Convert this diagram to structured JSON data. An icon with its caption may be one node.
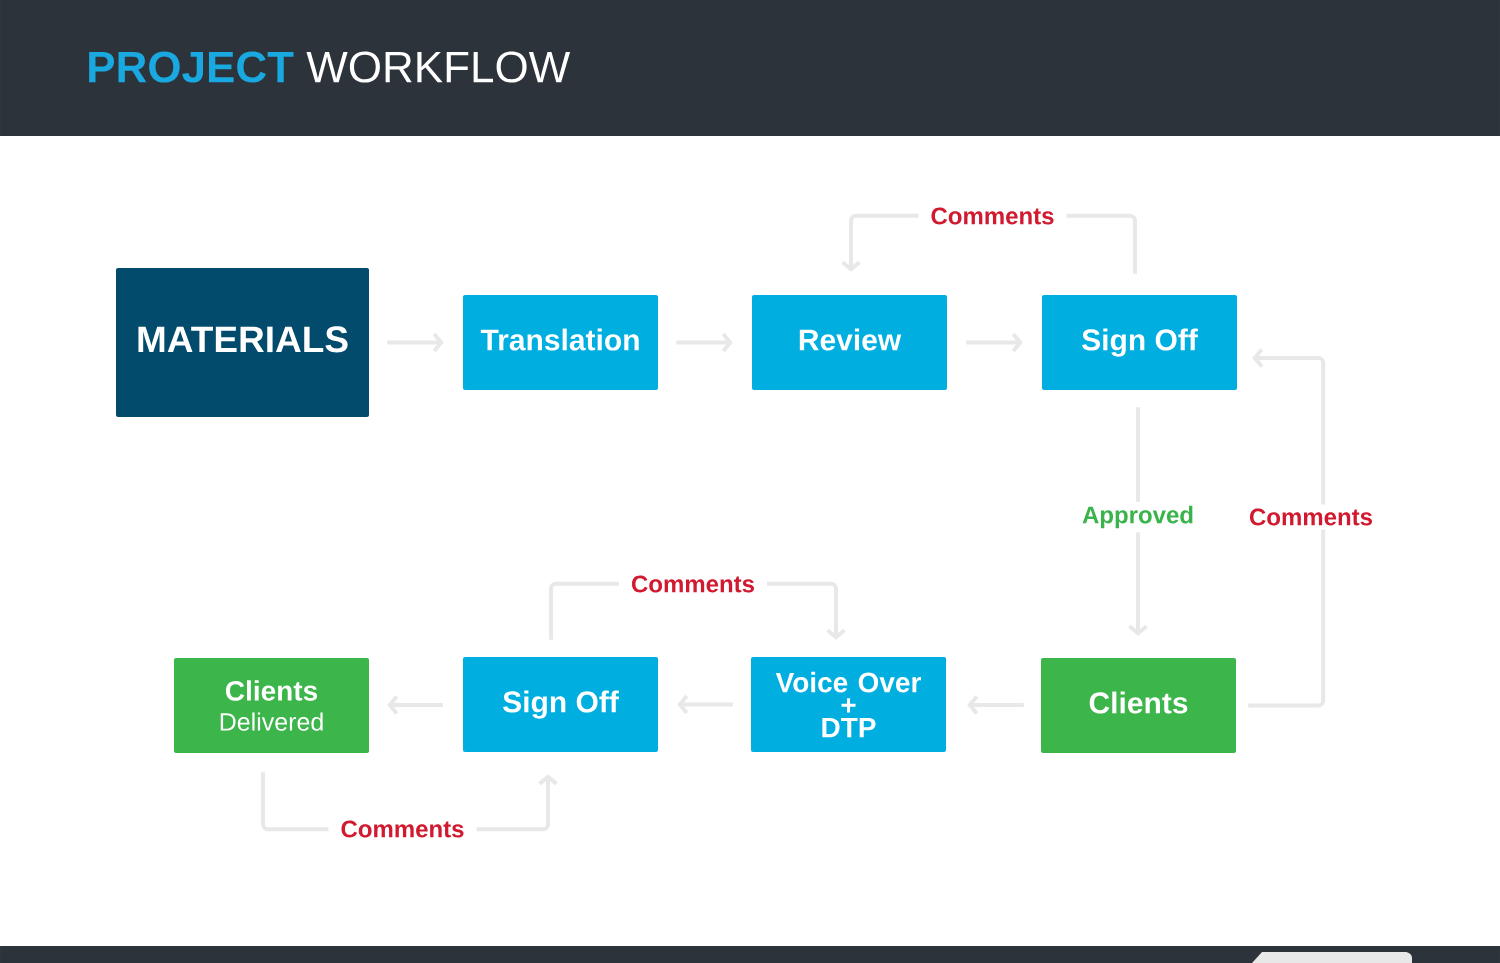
{
  "diagram": {
    "title": "**PROJECT** WORKFLOW",
    "nodes": [
      {
        "text": [
          "MATERIALS"
        ]
      },
      {
        "text": [
          "Translation"
        ]
      },
      {
        "text": [
          "Review"
        ]
      },
      {
        "text": [
          "Sign Off"
        ]
      },
      {
        "text": [
          "Clients",
          "Delivered"
        ]
      },
      {
        "text": [
          "Sign Off"
        ]
      },
      {
        "text": [
          "Voice Over + DTP"
        ]
      },
      {
        "text": [
          "Clients"
        ]
      }
    ],
    "edges": [
      {
        "from": 0,
        "to": 1,
        "arrow": "to"
      },
      {
        "from": 1,
        "to": 2,
        "arrow": "to"
      },
      {
        "from": 2,
        "to": 3,
        "arrow": "to"
      },
      {
        "from": 3,
        "to": 2,
        "arrow": "to",
        "label": "Comments"
      },
      {
        "from": 3,
        "to": 7,
        "arrow": "to",
        "label": "Approved"
      },
      {
        "from": 7,
        "to": 3,
        "arrow": "to",
        "label": "Comments"
      },
      {
        "from": 7,
        "to": 6,
        "arrow": "to"
      },
      {
        "from": 6,
        "to": 5,
        "arrow": "to"
      },
      {
        "from": 5,
        "to": 6,
        "arrow": "to",
        "label": "Comments"
      },
      {
        "from": 5,
        "to": 4,
        "arrow": "to"
      },
      {
        "from": 4,
        "to": 5,
        "arrow": "to",
        "label": "Comments"
      }
    ]
  }
}
